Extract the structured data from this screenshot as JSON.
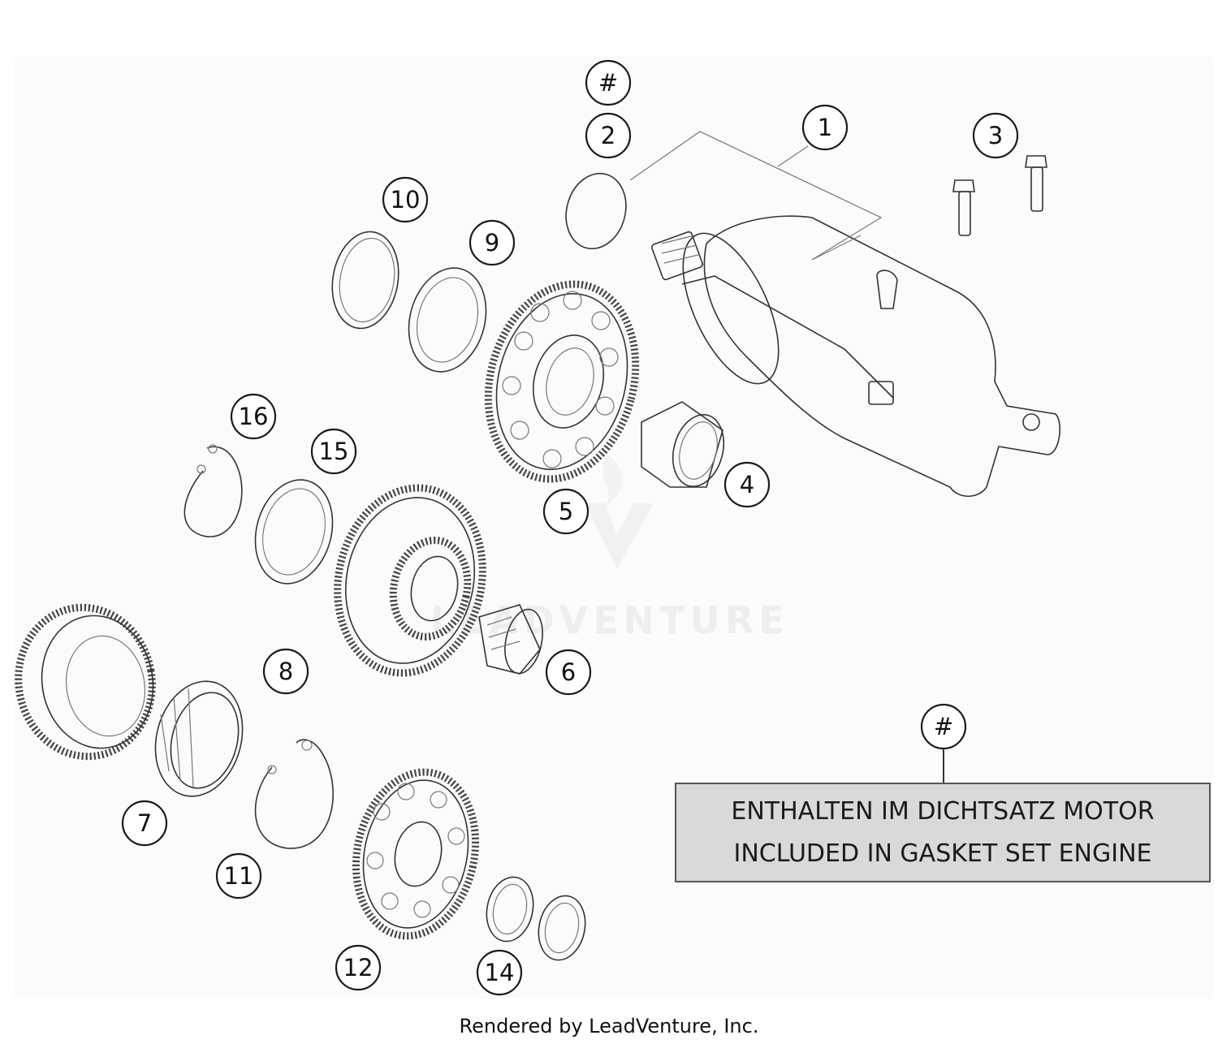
{
  "diagram": {
    "callouts": [
      "#",
      "2",
      "1",
      "3",
      "10",
      "9",
      "5",
      "4",
      "16",
      "15",
      "8",
      "6",
      "7",
      "11",
      "12",
      "14",
      "#"
    ],
    "watermark": "LEADVENTURE"
  },
  "note": {
    "marker": "#",
    "line1": "ENTHALTEN IM DICHTSATZ MOTOR",
    "line2": "INCLUDED IN GASKET SET ENGINE"
  },
  "footer": {
    "text": "Rendered by LeadVenture, Inc."
  }
}
